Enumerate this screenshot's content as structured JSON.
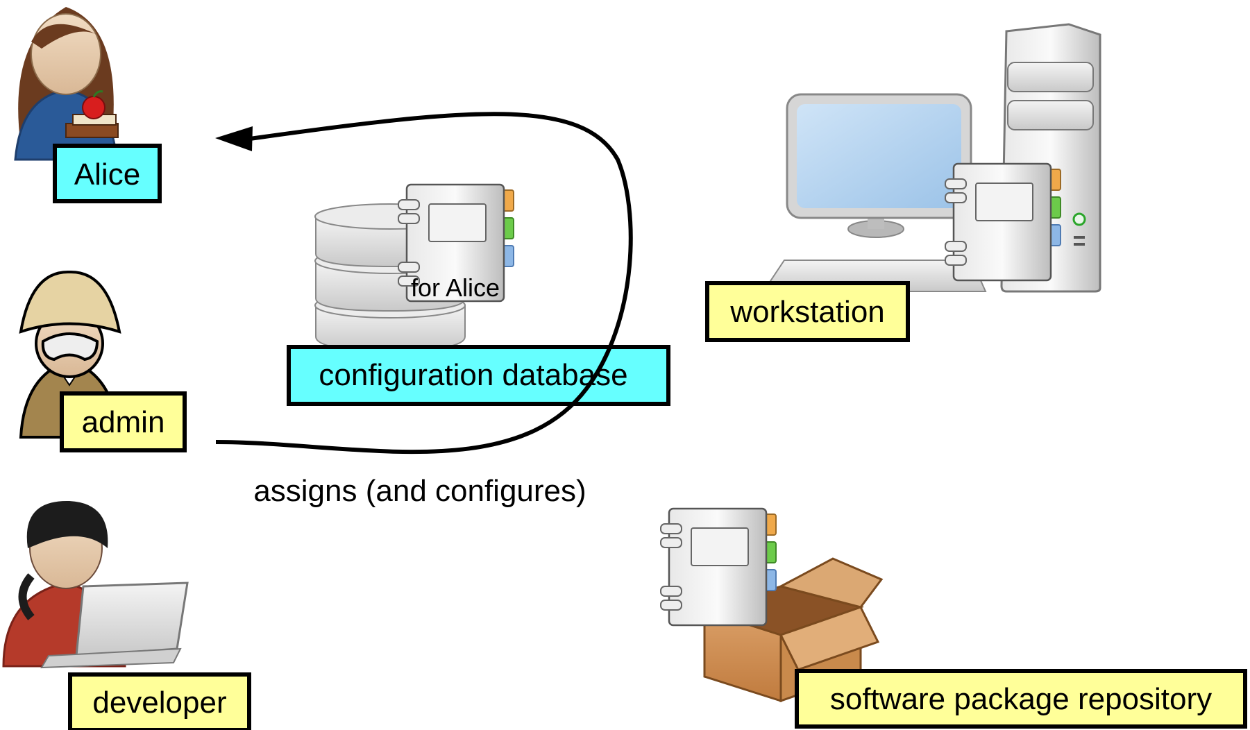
{
  "actors": [
    {
      "id": "alice",
      "label": "Alice",
      "label_color": "#66ffff"
    },
    {
      "id": "admin",
      "label": "admin",
      "label_color": "#ffff99"
    },
    {
      "id": "developer",
      "label": "developer",
      "label_color": "#ffff99"
    }
  ],
  "nodes": {
    "config_db": {
      "label": "configuration database",
      "label_color": "#66ffff",
      "package_caption": "for Alice"
    },
    "workstation": {
      "label": "workstation",
      "label_color": "#ffff99"
    },
    "repository": {
      "label": "software package repository",
      "label_color": "#ffff99"
    }
  },
  "edges": [
    {
      "from": "admin",
      "to": "alice",
      "label": "assigns (and configures)"
    }
  ],
  "icons": [
    "alice-person-icon",
    "admin-person-icon",
    "developer-person-icon",
    "database-icon",
    "package-icon",
    "computer-icon",
    "open-box-icon"
  ]
}
